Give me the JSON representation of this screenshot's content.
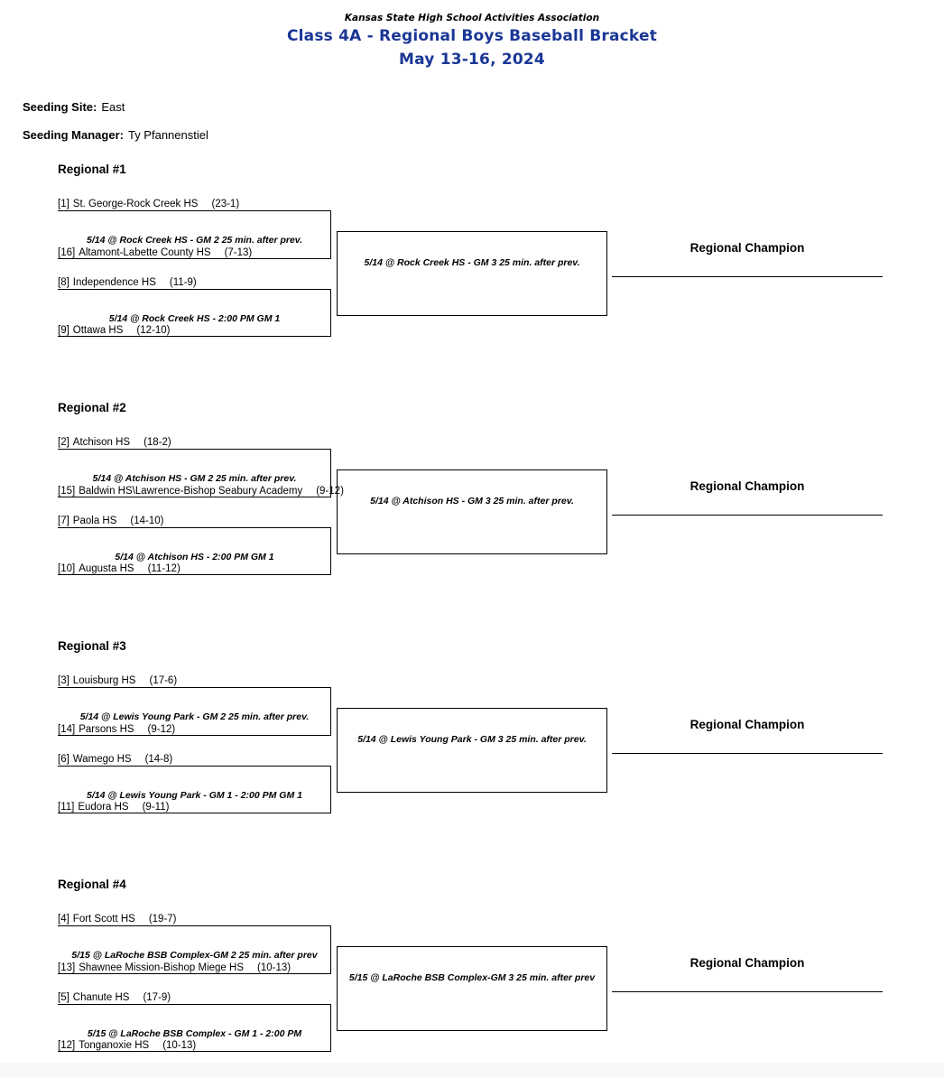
{
  "header": {
    "association": "Kansas State High School Activities Association",
    "title": "Class 4A - Regional Boys Baseball Bracket",
    "date_range": "May 13-16, 2024"
  },
  "seeding": {
    "site_label": "Seeding Site:",
    "site": "East",
    "manager_label": "Seeding Manager:",
    "manager": "Ty Pfannenstiel"
  },
  "champion_label": "Regional Champion",
  "colors": {
    "title_blue": "#1a3796",
    "line": "#000000",
    "page_bg": "#ffffff",
    "footer_band": "#f8f8f8"
  },
  "regionals": [
    {
      "name": "Regional #1",
      "semi1": {
        "team1": {
          "seed": "[1]",
          "name": "St. George-Rock Creek HS",
          "record": "(23-1)"
        },
        "game": "5/14 @ Rock Creek HS - GM 2 25 min. after prev.",
        "team2": {
          "seed": "[16]",
          "name": "Altamont-Labette County HS",
          "record": "(7-13)"
        }
      },
      "semi2": {
        "team1": {
          "seed": "[8]",
          "name": "Independence HS",
          "record": "(11-9)"
        },
        "game": "5/14 @ Rock Creek HS - 2:00 PM GM 1",
        "team2": {
          "seed": "[9]",
          "name": "Ottawa HS",
          "record": "(12-10)"
        }
      },
      "final_game": "5/14 @ Rock Creek HS - GM 3 25 min. after prev."
    },
    {
      "name": "Regional #2",
      "semi1": {
        "team1": {
          "seed": "[2]",
          "name": "Atchison HS",
          "record": "(18-2)"
        },
        "game": "5/14 @ Atchison HS - GM 2 25 min. after prev.",
        "team2": {
          "seed": "[15]",
          "name": "Baldwin HS\\Lawrence-Bishop Seabury Academy",
          "record": "(9-12)"
        }
      },
      "semi2": {
        "team1": {
          "seed": "[7]",
          "name": "Paola HS",
          "record": "(14-10)"
        },
        "game": "5/14 @ Atchison HS - 2:00 PM GM 1",
        "team2": {
          "seed": "[10]",
          "name": "Augusta HS",
          "record": "(11-12)"
        }
      },
      "final_game": "5/14 @ Atchison HS - GM 3 25 min. after prev."
    },
    {
      "name": "Regional #3",
      "semi1": {
        "team1": {
          "seed": "[3]",
          "name": "Louisburg HS",
          "record": "(17-6)"
        },
        "game": "5/14 @ Lewis Young Park - GM 2 25 min. after prev.",
        "team2": {
          "seed": "[14]",
          "name": "Parsons HS",
          "record": "(9-12)"
        }
      },
      "semi2": {
        "team1": {
          "seed": "[6]",
          "name": "Wamego HS",
          "record": "(14-8)"
        },
        "game": "5/14 @ Lewis Young Park - GM 1 - 2:00 PM GM 1",
        "team2": {
          "seed": "[11]",
          "name": "Eudora HS",
          "record": "(9-11)"
        }
      },
      "final_game": "5/14 @ Lewis Young Park - GM 3 25 min. after prev."
    },
    {
      "name": "Regional #4",
      "semi1": {
        "team1": {
          "seed": "[4]",
          "name": "Fort Scott HS",
          "record": "(19-7)"
        },
        "game": "5/15 @ LaRoche BSB Complex-GM 2 25 min. after prev",
        "team2": {
          "seed": "[13]",
          "name": "Shawnee Mission-Bishop Miege HS",
          "record": "(10-13)"
        }
      },
      "semi2": {
        "team1": {
          "seed": "[5]",
          "name": "Chanute HS",
          "record": "(17-9)"
        },
        "game": "5/15 @ LaRoche BSB Complex - GM 1 - 2:00 PM",
        "team2": {
          "seed": "[12]",
          "name": "Tonganoxie HS",
          "record": "(10-13)"
        }
      },
      "final_game": "5/15 @ LaRoche BSB Complex-GM 3 25 min. after prev"
    }
  ]
}
